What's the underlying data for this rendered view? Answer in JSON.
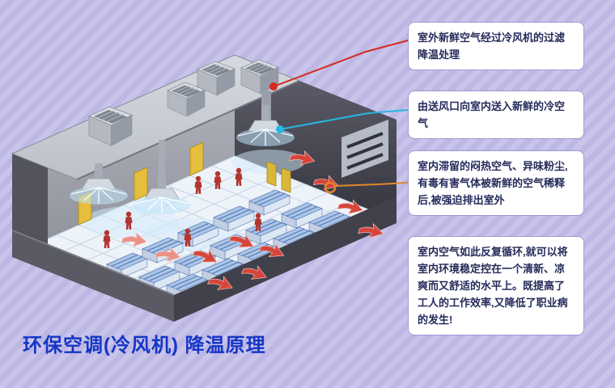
{
  "background": {
    "stripe_light": "#c9c4ea",
    "stripe_dark": "#bdb7e3"
  },
  "title": {
    "text": "环保空调(冷风机) 降温原理",
    "color": "#1536c6"
  },
  "callouts": [
    {
      "text": "室外新鲜空气经过冷风机的过滤降温处理",
      "line_color": "#d32a1e"
    },
    {
      "text": "由送风口向室内送入新鲜的冷空气",
      "line_color": "#27b7e2"
    },
    {
      "text": "室内滞留的闷热空气、异味粉尘,有毒有害气体被新鲜的空气稀释后,被强迫排出室外",
      "line_color": "#e2862a"
    },
    {
      "text": "室内空气如此反复循环,就可以将室内环境稳定控在一个清新、凉爽而又舒适的水平上。既提高了工人的工作效率,又降低了职业病的发生!",
      "line_color": ""
    }
  ],
  "illustration": {
    "roof_unit_count": 4,
    "colors": {
      "roof": "#ccd0d7",
      "dark_wall": "#45454f",
      "floor": "#eef3f9",
      "workstation": "#a9c6ea",
      "worker": "#b23530",
      "door": "#e4be3c",
      "exhaust_arrow": "#d6453b",
      "supply_air": "#bee4fa"
    }
  }
}
